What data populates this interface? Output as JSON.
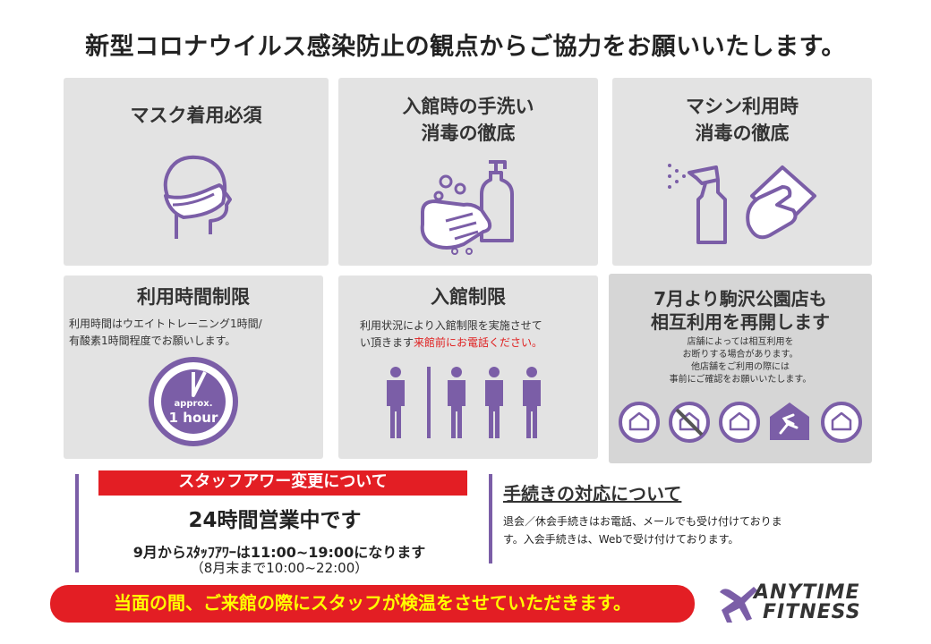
{
  "header": {
    "title": "新型コロナウイルス感染防止の観点からご協力をお願いいたします。"
  },
  "cards": {
    "mask": {
      "title": "マスク着用必須",
      "icon": "mask-face-icon"
    },
    "handwash": {
      "title_line1": "入館時の手洗い",
      "title_line2": "消毒の徹底",
      "icon": "hand-sanitizer-icon"
    },
    "machine": {
      "title_line1": "マシン利用時",
      "title_line2": "消毒の徹底",
      "icon": "spray-wipe-icon"
    },
    "time_limit": {
      "title": "利用時間制限",
      "desc_line1": "利用時間はウエイトトレーニング1時間/",
      "desc_line2": "有酸素1時間程度でお願いします。",
      "clock_label1": "approx.",
      "clock_label2": "1 hour",
      "icon": "clock-icon"
    },
    "entry_limit": {
      "title": "入館制限",
      "desc_line1": "利用状況により入館制限を実施させて",
      "desc_line2_a": "い頂きます",
      "desc_line2_b": "来館前にお電話ください。",
      "icon": "people-icon"
    },
    "komazawa": {
      "title_line1": "7月より駒沢公園店も",
      "title_line2": "相互利用を再開します",
      "desc_line1": "店舗によっては相互利用を",
      "desc_line2": "お断りする場合があります。",
      "desc_line3": "他店舗をご利用の際には",
      "desc_line4": "事前にご確認をお願いいたします。"
    }
  },
  "staff": {
    "banner": "スタッフアワー変更について",
    "hours_24": "24時間営業中です",
    "line1": "9月からｽﾀｯﾌｱﾜｰは11:00~19:00になります",
    "line2": "（8月末まで10:00~22:00）"
  },
  "procedures": {
    "title": "手続きの対応について",
    "line1": "退会／休会手続きはお電話、メールでも受け付けておりま",
    "line2": "す。入会手続きは、Webで受け付けております。"
  },
  "footer": {
    "banner": "当面の間、ご来館の際にスタッフが検温をさせていただきます。",
    "logo_line1": "ANYTIME",
    "logo_line2": "FITNESS"
  },
  "colors": {
    "purple": "#7b5ea7",
    "red": "#e31e24",
    "card_bg": "#e3e3e3",
    "yellow": "#ffff00"
  }
}
